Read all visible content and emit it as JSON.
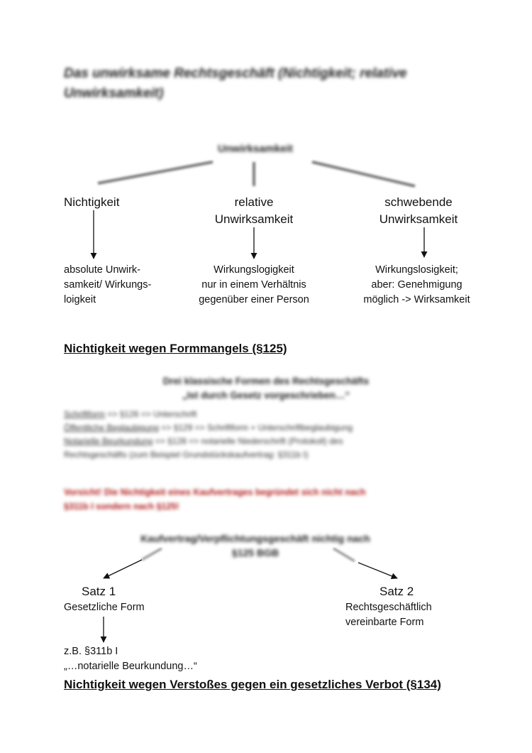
{
  "document": {
    "title": "Das unwirksame Rechtsgeschäft (Nichtigkeit; relative Unwirksamkeit)",
    "tree1": {
      "root": "Unwirksamkeit",
      "branches": [
        {
          "label": "Nichtigkeit",
          "description": "absolute Unwirk-\nsamkeit/ Wirkungs-\nloigkeit"
        },
        {
          "label": "relative\nUnwirksamkeit",
          "description": "Wirkungslogigkeit\nnur in einem Verhältnis\ngegenüber einer Person"
        },
        {
          "label": "schwebende\nUnwirksamkeit",
          "description": "Wirkungslosigkeit;\naber: Genehmigung\nmöglich -> Wirksamkeit"
        }
      ]
    },
    "section1": {
      "heading": "Nichtigkeit wegen Formmangels (§125)",
      "box_title": "Drei klassische Formen des Rechtsgeschäfts\n„Ist durch Gesetz vorgeschrieben…“",
      "forms": [
        {
          "term": "Schriftform",
          "rest": " => §126 => Unterschrift"
        },
        {
          "term": "Öffentliche Beglaubigung",
          "rest": " => §129 => Schriftform + Unterschriftbeglaubigung"
        },
        {
          "term": "Notarielle Beurkundung",
          "rest": " => §128 => notarielle Niederschrift (Protokoll) des"
        },
        {
          "term": "",
          "rest": "Rechtsgeschäfts (zum Beispiel Grundstückskaufvertrag: §311b I)"
        }
      ],
      "warning": "Vorsicht! Die Nichtigkeit eines Kaufvertrages begründet sich nicht nach\n§311b I sondern nach §125!"
    },
    "tree2": {
      "root": "Kaufvertrag/Verpflichtungsgeschäft nichtig nach\n§125 BGB",
      "left_label": "Satz 1",
      "left_desc": "Gesetzliche Form",
      "right_label": "Satz 2",
      "right_desc": "Rechtsgeschäftlich\nvereinbarte Form",
      "example_line1": "z.B. §311b I",
      "example_line2": "„…notarielle Beurkundung…“"
    },
    "section2": {
      "heading": "Nichtigkeit wegen Verstoßes gegen ein gesetzliches Verbot (§134)"
    }
  }
}
